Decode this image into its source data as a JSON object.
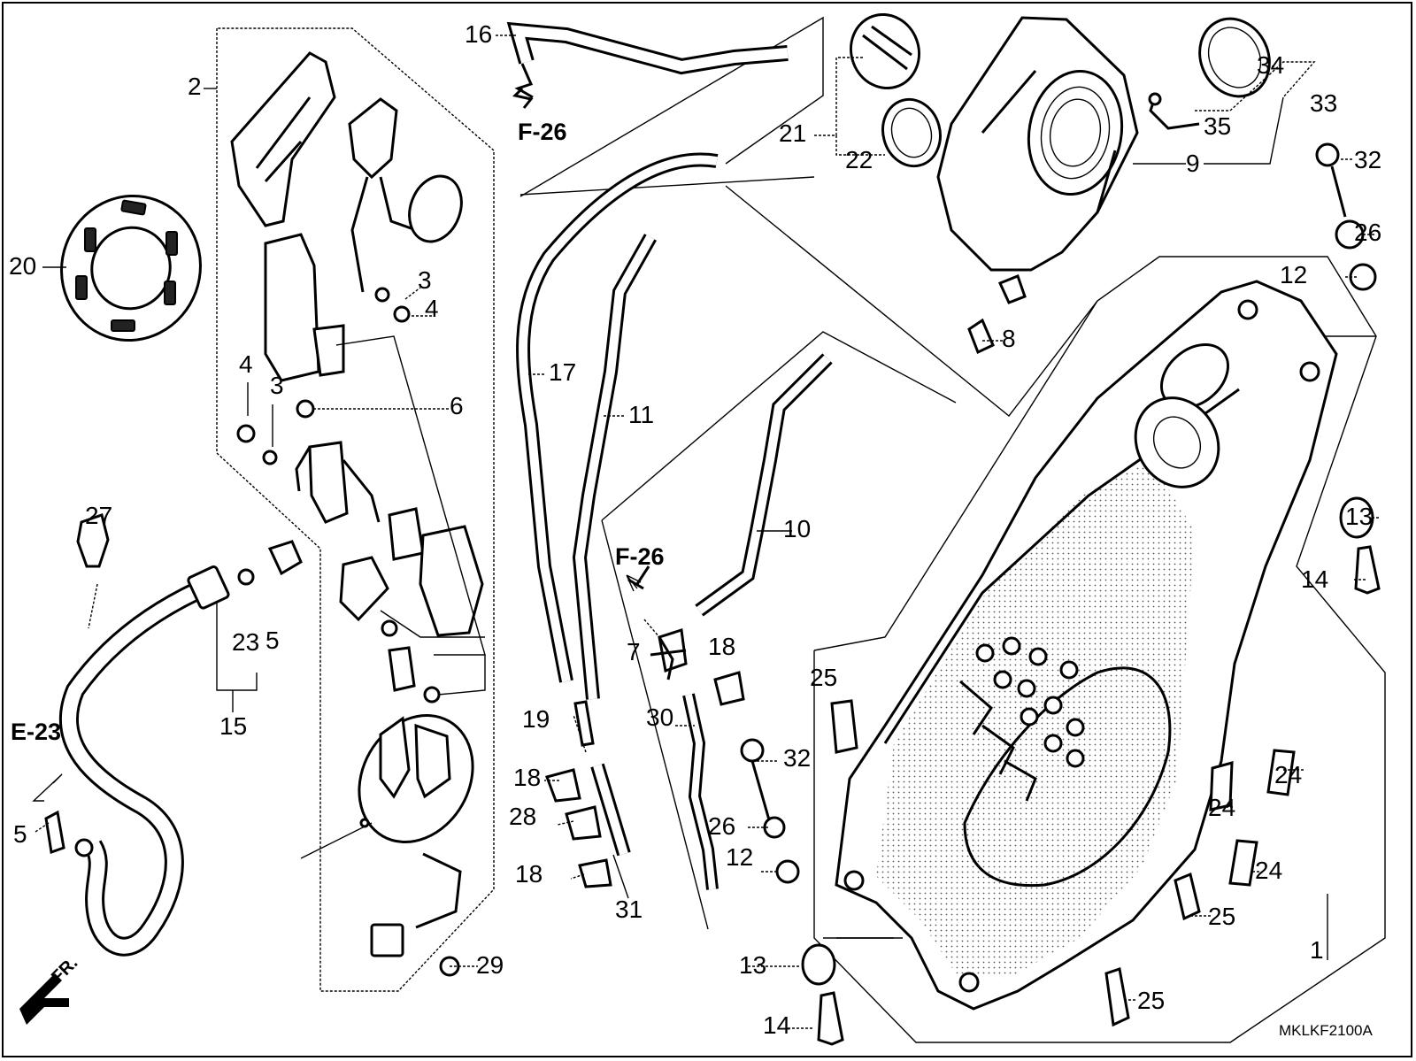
{
  "diagram": {
    "code": "MKLKF2100A",
    "front_marker": "FR.",
    "references": [
      "F-26",
      "F-26",
      "E-23"
    ],
    "callouts": [
      "1",
      "2",
      "3",
      "3",
      "4",
      "4",
      "5",
      "5",
      "6",
      "7",
      "8",
      "9",
      "10",
      "11",
      "12",
      "12",
      "13",
      "13",
      "14",
      "14",
      "15",
      "16",
      "17",
      "18",
      "18",
      "18",
      "19",
      "20",
      "21",
      "22",
      "23",
      "24",
      "24",
      "24",
      "25",
      "25",
      "25",
      "26",
      "26",
      "27",
      "28",
      "29",
      "30",
      "31",
      "32",
      "32",
      "33",
      "34",
      "35"
    ]
  }
}
